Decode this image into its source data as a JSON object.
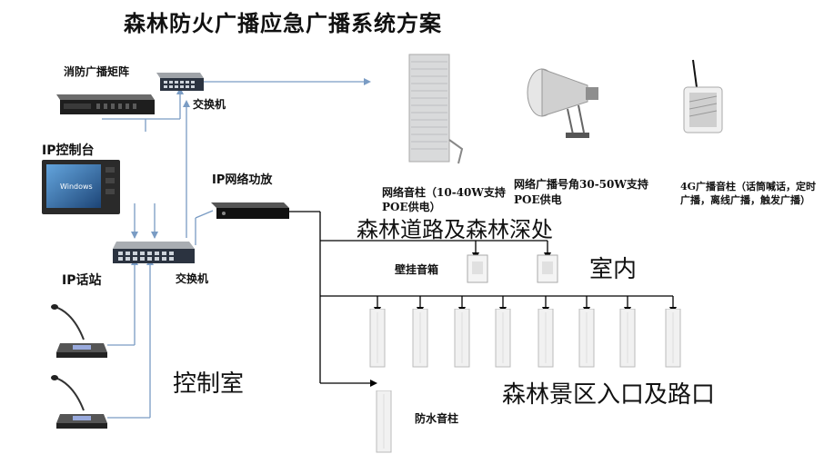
{
  "title": "森林防火广播应急广播系统方案",
  "labels": {
    "matrix": "消防广播矩阵",
    "switch_top": "交换机",
    "ip_console": "IP控制台",
    "ip_amp": "IP网络功放",
    "switch_bottom": "交换机",
    "ip_station": "IP话站",
    "control_room": "控制室",
    "wall_speaker": "壁挂音箱",
    "indoor": "室内",
    "forest_road": "森林道路及森林深处",
    "scenic_entrance": "森林景区入口及路口",
    "waterproof_column": "防水音柱"
  },
  "products": {
    "column": "网络音柱（10-40W支持POE供电）",
    "horn": "网络广播号角30-50W支持POE供电",
    "g4": "4G广播音柱（话筒喊话，定时广播，离线广播，触发广播）"
  },
  "screen_text": "Windows"
}
